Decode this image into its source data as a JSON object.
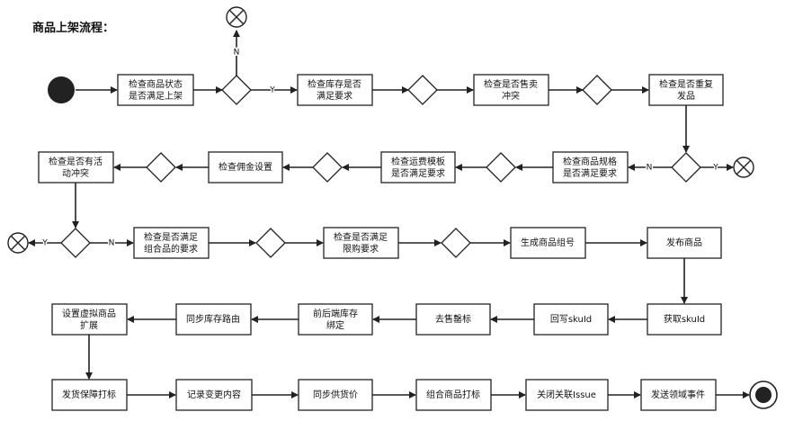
{
  "title": "商品上架流程：",
  "steps": {
    "s1": [
      "检查商品状态",
      "是否满足上架"
    ],
    "s2": [
      "检查库存是否",
      "满足要求"
    ],
    "s3": [
      "检查是否售卖",
      "冲突"
    ],
    "s4": [
      "检查是否重复",
      "发品"
    ],
    "s5": [
      "检查商品规格",
      "是否满足要求"
    ],
    "s6": [
      "检查运费模板",
      "是否满足要求"
    ],
    "s7": [
      "检查佣金设置"
    ],
    "s8": [
      "检查是否有活",
      "动冲突"
    ],
    "s9": [
      "检查是否满足",
      "组合品的要求"
    ],
    "s10": [
      "检查是否满足",
      "限购要求"
    ],
    "s11": [
      "生成商品组号"
    ],
    "s12": [
      "发布商品"
    ],
    "s13": [
      "获取skuId"
    ],
    "s14": [
      "回写skuId"
    ],
    "s15": [
      "去售罄标"
    ],
    "s16": [
      "前后端库存",
      "绑定"
    ],
    "s17": [
      "同步库存路由"
    ],
    "s18": [
      "设置虚拟商品",
      "扩展"
    ],
    "s19": [
      "发货保障打标"
    ],
    "s20": [
      "记录变更内容"
    ],
    "s21": [
      "同步供货价"
    ],
    "s22": [
      "组合商品打标"
    ],
    "s23": [
      "关闭关联Issue"
    ],
    "s24": [
      "发送领域事件"
    ]
  },
  "edge_labels": {
    "yes": "Y",
    "no": "N"
  }
}
